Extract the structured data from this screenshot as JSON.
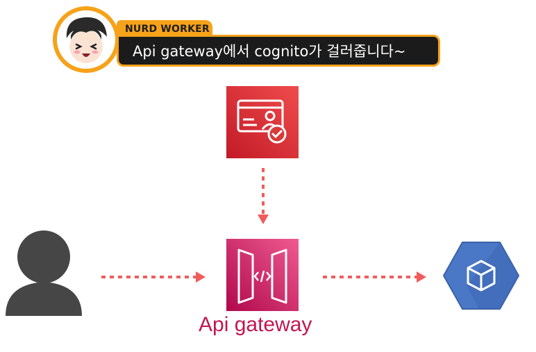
{
  "banner": {
    "name_tag": "NURD WORKER",
    "message": "Api gateway에서 cognito가 걸러줍니다~"
  },
  "nodes": {
    "user": {
      "icon": "user-silhouette-icon"
    },
    "cognito": {
      "icon": "cognito-id-card-icon",
      "color": "#d13232"
    },
    "api_gateway": {
      "icon": "api-gateway-icon",
      "label": "Api gateway",
      "color": "#c0174f"
    },
    "backend": {
      "icon": "compute-engine-hexagon-icon",
      "color": "#4a77c6"
    }
  },
  "colors": {
    "arrow": "#f05c5c",
    "banner_accent": "#f6a21a",
    "banner_bg": "#1b1b1b"
  }
}
